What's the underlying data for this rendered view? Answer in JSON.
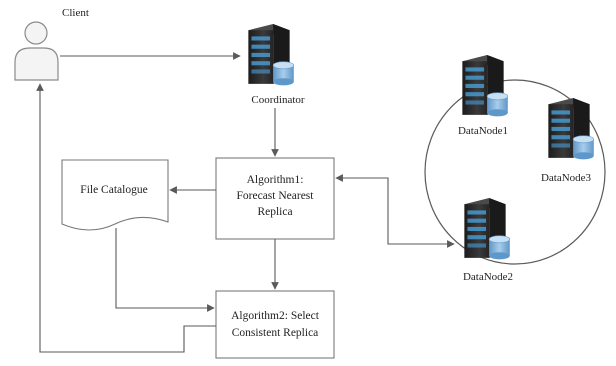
{
  "nodes": {
    "client": {
      "label": "Client",
      "icon": "user-icon"
    },
    "coordinator": {
      "label": "Coordinator",
      "icon": "server-database-icon"
    },
    "algorithm1": {
      "line1": "Algorithm1:",
      "line2": "Forecast Nearest",
      "line3": "Replica"
    },
    "file_catalogue": {
      "label": "File Catalogue",
      "icon": "document-icon"
    },
    "algorithm2": {
      "line1": "Algorithm2: Select",
      "line2": "Consistent Replica"
    },
    "datanode1": {
      "label": "DataNode1",
      "icon": "server-database-icon"
    },
    "datanode2": {
      "label": "DataNode2",
      "icon": "server-database-icon"
    },
    "datanode3": {
      "label": "DataNode3",
      "icon": "server-database-icon"
    }
  },
  "colors": {
    "server_body": "#2b2b2b",
    "server_led": "#4a9fd8",
    "database": "#7fb3e0",
    "line": "#5a5a5a",
    "client_fill": "#f4f4f4"
  }
}
